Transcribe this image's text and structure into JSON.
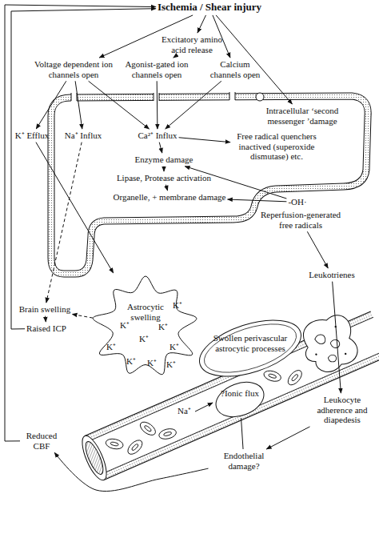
{
  "diagram": {
    "nodes": [
      {
        "text": [
          "Ischemia / Shear injury"
        ]
      },
      {
        "text": [
          "Excitatory amino acid release"
        ]
      },
      {
        "text": [
          "Voltage dependent ion channels open"
        ]
      },
      {
        "text": [
          "Agonist-gated ion channels open"
        ]
      },
      {
        "text": [
          "Calcium channels open"
        ]
      },
      {
        "text": [
          "Intracellular ‘second messenger ’damage"
        ]
      },
      {
        "text": [
          "K⁺ Efflux"
        ]
      },
      {
        "text": [
          "Na⁺ Influx"
        ]
      },
      {
        "text": [
          "Ca²⁺ Influx"
        ]
      },
      {
        "text": [
          "Free radical quenchers inactived (superoxide dismutase) etc."
        ]
      },
      {
        "text": [
          "Enzyme damage"
        ]
      },
      {
        "text": [
          "Lipase, Protease activation"
        ]
      },
      {
        "text": [
          "Organelle, + membrane damage"
        ]
      },
      {
        "text": [
          "-OH·"
        ]
      },
      {
        "text": [
          "Reperfusion-generated free radicals"
        ]
      },
      {
        "text": [
          "Leukotrienes"
        ]
      },
      {
        "text": [
          "Brain swelling"
        ]
      },
      {
        "text": [
          "Raised ICP"
        ]
      },
      {
        "text": [
          "Astrocytic swelling"
        ]
      },
      {
        "text": [
          "Swollen perivascular astrocytic processes"
        ]
      },
      {
        "text": [
          "Leukocyte adherence and diapedesis"
        ]
      },
      {
        "text": [
          "?Ionic flux"
        ]
      },
      {
        "text": [
          "Endothelial damage?"
        ]
      },
      {
        "text": [
          "Reduced CBF"
        ]
      }
    ],
    "edges": [
      {
        "from": 0,
        "to": 1,
        "arrow": "to"
      },
      {
        "from": 0,
        "to": 2,
        "arrow": "to"
      },
      {
        "from": 0,
        "to": 4,
        "arrow": "to"
      },
      {
        "from": 0,
        "to": 5,
        "arrow": "to"
      },
      {
        "from": 1,
        "to": 3,
        "arrow": "to"
      },
      {
        "from": 2,
        "to": 6,
        "arrow": "to"
      },
      {
        "from": 2,
        "to": 7,
        "arrow": "to"
      },
      {
        "from": 2,
        "to": 8,
        "arrow": "to"
      },
      {
        "from": 3,
        "to": 8,
        "arrow": "to"
      },
      {
        "from": 4,
        "to": 8,
        "arrow": "to"
      },
      {
        "from": 8,
        "to": 9,
        "arrow": "to"
      },
      {
        "from": 8,
        "to": 10,
        "arrow": "to"
      },
      {
        "from": 10,
        "to": 11,
        "arrow": "to"
      },
      {
        "from": 11,
        "to": 12,
        "arrow": "to"
      },
      {
        "from": 13,
        "to": 10,
        "arrow": "to"
      },
      {
        "from": 13,
        "to": 12,
        "arrow": "to"
      },
      {
        "from": 14,
        "to": 15,
        "arrow": "to"
      },
      {
        "from": 15,
        "to": 20,
        "arrow": "to"
      },
      {
        "from": 20,
        "to": 22,
        "arrow": "to"
      },
      {
        "from": 22,
        "to": 23,
        "arrow": "to"
      },
      {
        "from": 23,
        "to": 0,
        "arrow": "to"
      },
      {
        "from": 6,
        "to": 18,
        "arrow": "to"
      },
      {
        "from": 7,
        "to": 16,
        "arrow": "to"
      },
      {
        "from": 18,
        "to": 16,
        "arrow": "to"
      },
      {
        "from": 16,
        "to": 17,
        "arrow": "to"
      },
      {
        "from": 17,
        "to": 0,
        "arrow": "to"
      },
      {
        "from": 21,
        "to": 22,
        "arrow": "none"
      }
    ],
    "labels": [
      "K⁺",
      "K⁺",
      "K⁺",
      "K⁺",
      "K⁺",
      "K⁺",
      "K⁺",
      "K⁺",
      "K⁺",
      "Na⁺"
    ]
  }
}
